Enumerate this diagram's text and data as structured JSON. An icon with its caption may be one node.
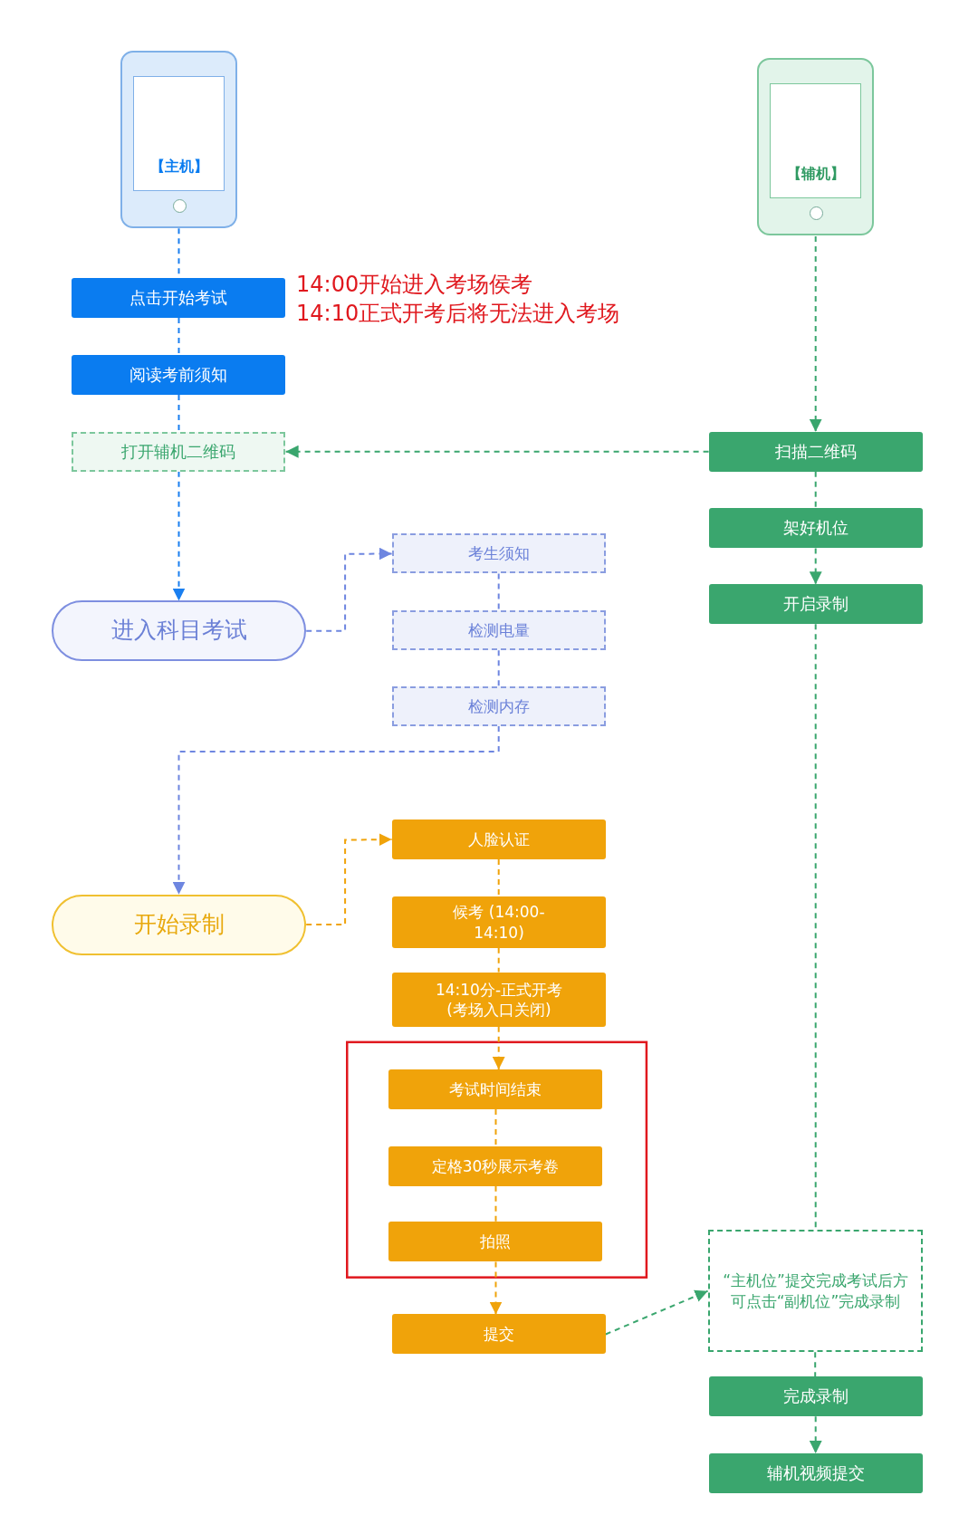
{
  "diagram": {
    "nodes": [
      {
        "text": [
          "【主机】"
        ]
      },
      {
        "text": [
          "【辅机】"
        ]
      },
      {
        "text": [
          "点击开始考试"
        ]
      },
      {
        "text": [
          "阅读考前须知"
        ]
      },
      {
        "text": [
          "打开辅机二维码"
        ]
      },
      {
        "text": [
          "扫描二维码"
        ]
      },
      {
        "text": [
          "架好机位"
        ]
      },
      {
        "text": [
          "开启录制"
        ]
      },
      {
        "text": [
          "进入科目考试"
        ]
      },
      {
        "text": [
          "考生须知"
        ]
      },
      {
        "text": [
          "检测电量"
        ]
      },
      {
        "text": [
          "检测内存"
        ]
      },
      {
        "text": [
          "开始录制"
        ]
      },
      {
        "text": [
          "人脸认证"
        ]
      },
      {
        "text": [
          "候考 (14:00-14:10)"
        ]
      },
      {
        "text": [
          "14:10分-正式开考 (考场入口关闭)"
        ]
      },
      {
        "text": [
          "考试时间结束"
        ]
      },
      {
        "text": [
          "定格30秒展示考卷"
        ]
      },
      {
        "text": [
          "拍照"
        ]
      },
      {
        "text": [
          "提交"
        ]
      },
      {
        "text": [
          "“主机位”提交完成考试后方可点击“副机位”完成录制"
        ]
      },
      {
        "text": [
          "完成录制"
        ]
      },
      {
        "text": [
          "辅机视频提交"
        ]
      }
    ],
    "edges": [
      {
        "from": 0,
        "to": 2,
        "arrow": "none",
        "color": "#1a7ff0"
      },
      {
        "from": 2,
        "to": 3,
        "arrow": "none",
        "color": "#1a7ff0"
      },
      {
        "from": 3,
        "to": 4,
        "arrow": "none",
        "color": "#1a7ff0"
      },
      {
        "from": 4,
        "to": 8,
        "arrow": "to",
        "color": "#1a7ff0"
      },
      {
        "from": 1,
        "to": 5,
        "arrow": "to"
      },
      {
        "from": 5,
        "to": 4,
        "arrow": "to"
      },
      {
        "from": 5,
        "to": 6,
        "arrow": "none"
      },
      {
        "from": 6,
        "to": 7,
        "arrow": "to"
      },
      {
        "from": 7,
        "to": 20,
        "arrow": "none"
      },
      {
        "from": 8,
        "to": 9,
        "arrow": "to",
        "color": "#6e86e0"
      },
      {
        "from": 9,
        "to": 10,
        "arrow": "none",
        "color": "#6e86e0"
      },
      {
        "from": 10,
        "to": 11,
        "arrow": "none",
        "color": "#6e86e0"
      },
      {
        "from": 11,
        "to": 12,
        "arrow": "to",
        "color": "#6e86e0"
      },
      {
        "from": 12,
        "to": 13,
        "arrow": "to",
        "color": "#f0a30a"
      },
      {
        "from": 13,
        "to": 14,
        "arrow": "none",
        "color": "#f0a30a"
      },
      {
        "from": 14,
        "to": 15,
        "arrow": "none",
        "color": "#f0a30a"
      },
      {
        "from": 15,
        "to": 16,
        "arrow": "to",
        "color": "#f0a30a"
      },
      {
        "from": 16,
        "to": 17,
        "arrow": "none",
        "color": "#f0a30a"
      },
      {
        "from": 17,
        "to": 18,
        "arrow": "none",
        "color": "#f0a30a"
      },
      {
        "from": 18,
        "to": 19,
        "arrow": "to",
        "color": "#f0a30a"
      },
      {
        "from": 19,
        "to": 20,
        "arrow": "to"
      },
      {
        "from": 20,
        "to": 21,
        "arrow": "none"
      },
      {
        "from": 21,
        "to": 22,
        "arrow": "to"
      }
    ],
    "labels": [
      "14:00开始进入考场侯考",
      "14:10正式开考后将无法进入考场"
    ]
  }
}
